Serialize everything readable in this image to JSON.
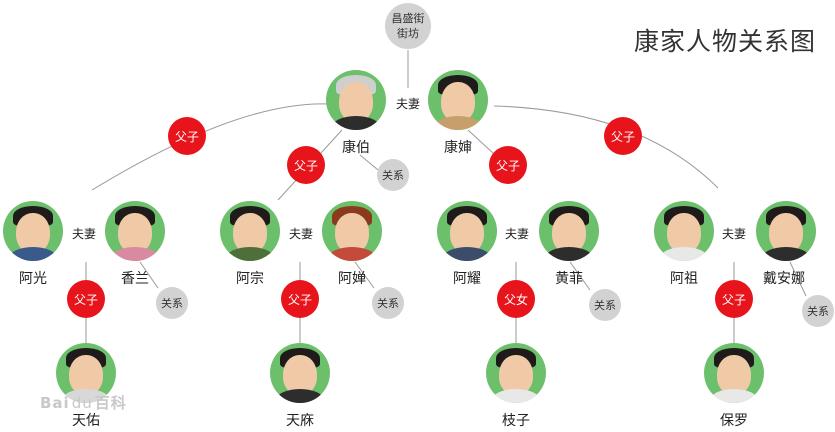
{
  "title": "康家人物关系图",
  "root_label": "昌盛街街坊",
  "root_lines": [
    "昌盛街",
    "街坊"
  ],
  "people": {
    "kangbo": "康伯",
    "kangkun": "康婶",
    "aguang": "阿光",
    "xianglan": "香兰",
    "azong": "阿宗",
    "achan": "阿婵",
    "ayao": "阿耀",
    "huangfei": "黄菲",
    "azu": "阿祖",
    "daianna": "戴安娜",
    "tianyou": "天佑",
    "tianma": "天庥",
    "zhizi": "枝子",
    "baoluo": "保罗"
  },
  "relations": {
    "spouse": "夫妻",
    "father_son": "父子",
    "father_daughter": "父女",
    "related": "关系"
  },
  "watermark": {
    "text_left": "Bai",
    "paw": "du",
    "text_right": "百科"
  }
}
